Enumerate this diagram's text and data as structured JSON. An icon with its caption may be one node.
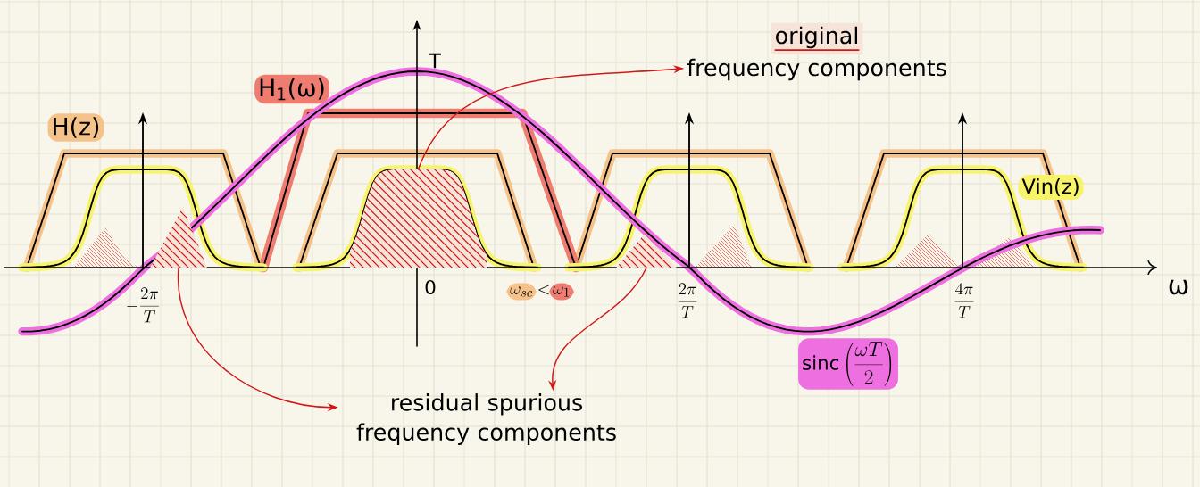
{
  "diagram": {
    "nodes": [
      {
        "text": [
          "original",
          "frequency components"
        ]
      },
      {
        "text": [
          "residual spurious frequency components"
        ]
      },
      {
        "text": [],
        "shape": "area"
      },
      {
        "text": [],
        "shape": "area"
      },
      {
        "text": [],
        "shape": "area"
      }
    ],
    "edges": [
      {
        "from": 2,
        "to": 0,
        "arrow": "to"
      },
      {
        "from": 3,
        "to": 1,
        "arrow": "to"
      },
      {
        "from": 4,
        "to": 1,
        "arrow": "to"
      }
    ],
    "labels": [
      "T",
      "H$_{1}$(ω)",
      "H(z)",
      "Vin(z)",
      "ω",
      "-\\frac{2\\pi}{T}",
      "0",
      "\\omega_{sc}",
      "<",
      "\\omega_{1}",
      "\\frac{2\\pi}{T}",
      "\\frac{4\\pi}{T}",
      "\\mathrm{sinc}\\left(\\frac{\\omega T}{2}\\right)"
    ]
  }
}
